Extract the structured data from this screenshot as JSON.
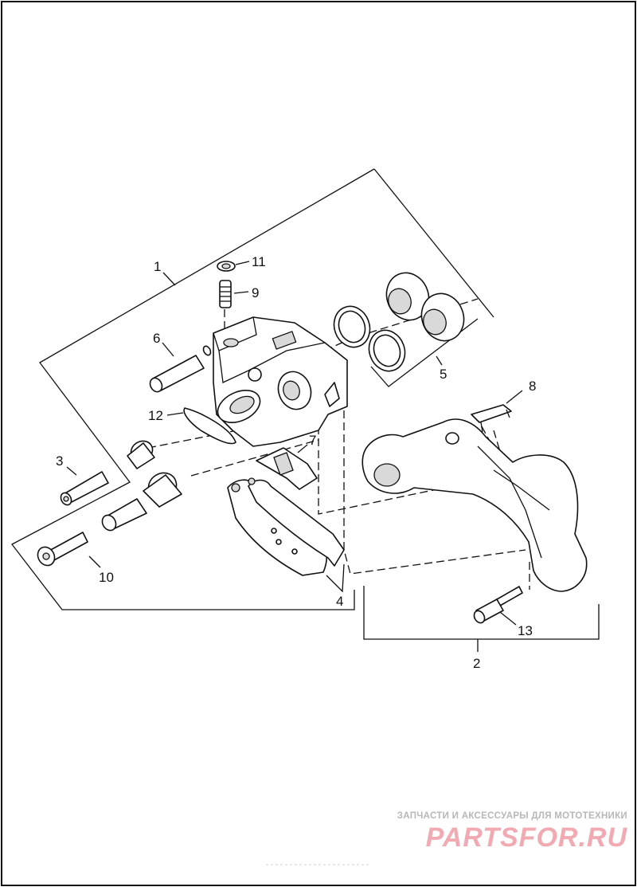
{
  "callouts": {
    "c1": "1",
    "c2": "2",
    "c3": "3",
    "c4": "4",
    "c5": "5",
    "c6": "6",
    "c7": "7",
    "c8": "8",
    "c9": "9",
    "c10": "10",
    "c11": "11",
    "c12": "12",
    "c13": "13"
  },
  "watermark": {
    "tagline": "ЗАПЧАСТИ И АКСЕССУАРЫ ДЛЯ МОТОТЕХНИКИ",
    "brand": "PARTSFOR.RU"
  },
  "colors": {
    "ink": "#111111",
    "shade": "#d9d9d9",
    "watermark_brand": "#f2aab2",
    "watermark_text": "#b7b7b7"
  }
}
